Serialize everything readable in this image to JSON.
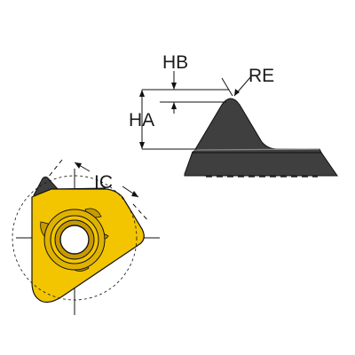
{
  "labels": {
    "hb": "HB",
    "re": "RE",
    "ha": "HA",
    "ic": "IC"
  },
  "colors": {
    "insert_yellow": "#f2c500",
    "insert_yellow_shade": "#c79a00",
    "profile_dark": "#3f3f3f",
    "line": "#111111",
    "background": "#ffffff"
  }
}
